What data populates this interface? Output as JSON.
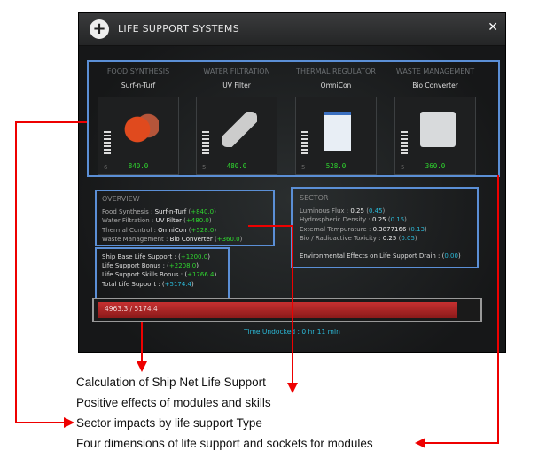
{
  "window": {
    "title": "LIFE SUPPORT SYSTEMS",
    "close": "✕",
    "icon": "plus-icon"
  },
  "modules": [
    {
      "category": "FOOD SYNTHESIS",
      "name": "Surf-n-Turf",
      "level": "6",
      "value": "840.0",
      "icon": "lobster-steak-icon"
    },
    {
      "category": "WATER FILTRATION",
      "name": "UV Filter",
      "level": "5",
      "value": "480.0",
      "icon": "uv-filter-icon"
    },
    {
      "category": "THERMAL REGULATOR",
      "name": "OmniCon",
      "level": "5",
      "value": "528.0",
      "icon": "thermal-unit-icon"
    },
    {
      "category": "WASTE MANAGEMENT",
      "name": "Bio Converter",
      "level": "5",
      "value": "360.0",
      "icon": "bio-converter-icon"
    }
  ],
  "overview": {
    "title": "OVERVIEW",
    "rows": [
      {
        "label": "Food Synthesis : ",
        "module": "Surf-n-Turf",
        "value": "+840.0"
      },
      {
        "label": "Water Filtration : ",
        "module": "UV Filter",
        "value": "+480.0"
      },
      {
        "label": "Thermal Control : ",
        "module": "OmniCon",
        "value": "+528.0"
      },
      {
        "label": "Waste Management : ",
        "module": "Bio Converter",
        "value": "+360.0"
      }
    ]
  },
  "totals": [
    {
      "label": "Ship Base Life Support : ",
      "value": "+1200.0"
    },
    {
      "label": "Life Support Bonus : ",
      "value": "+2208.0"
    },
    {
      "label": "Life Support Skills Bonus : ",
      "value": "+1766.4"
    },
    {
      "label": "Total Life Support : ",
      "value": "+5174.4"
    }
  ],
  "sector": {
    "title": "SECTOR",
    "rows": [
      {
        "label": "Luminous Flux : ",
        "value": "0.25",
        "mod": "0.45"
      },
      {
        "label": "Hydrospheric Density : ",
        "value": "0.25",
        "mod": "0.15"
      },
      {
        "label": "External Tempurature : ",
        "value": "0.3877166",
        "mod": "0.13"
      },
      {
        "label": "Bio / Radioactive Toxicity : ",
        "value": "0.25",
        "mod": "0.05"
      }
    ],
    "drain_label": "Environmental Effects on Life Support Drain : ",
    "drain": "0.00"
  },
  "progress": {
    "text": "4963.3 / 5174.4",
    "fraction": 0.959
  },
  "time": "Time Undocked : 0 hr 11 min",
  "annotations": [
    "Calculation of Ship Net Life Support",
    "Positive effects of modules and skills",
    "Sector impacts by life support Type",
    "Four dimensions of life support and sockets for modules"
  ]
}
